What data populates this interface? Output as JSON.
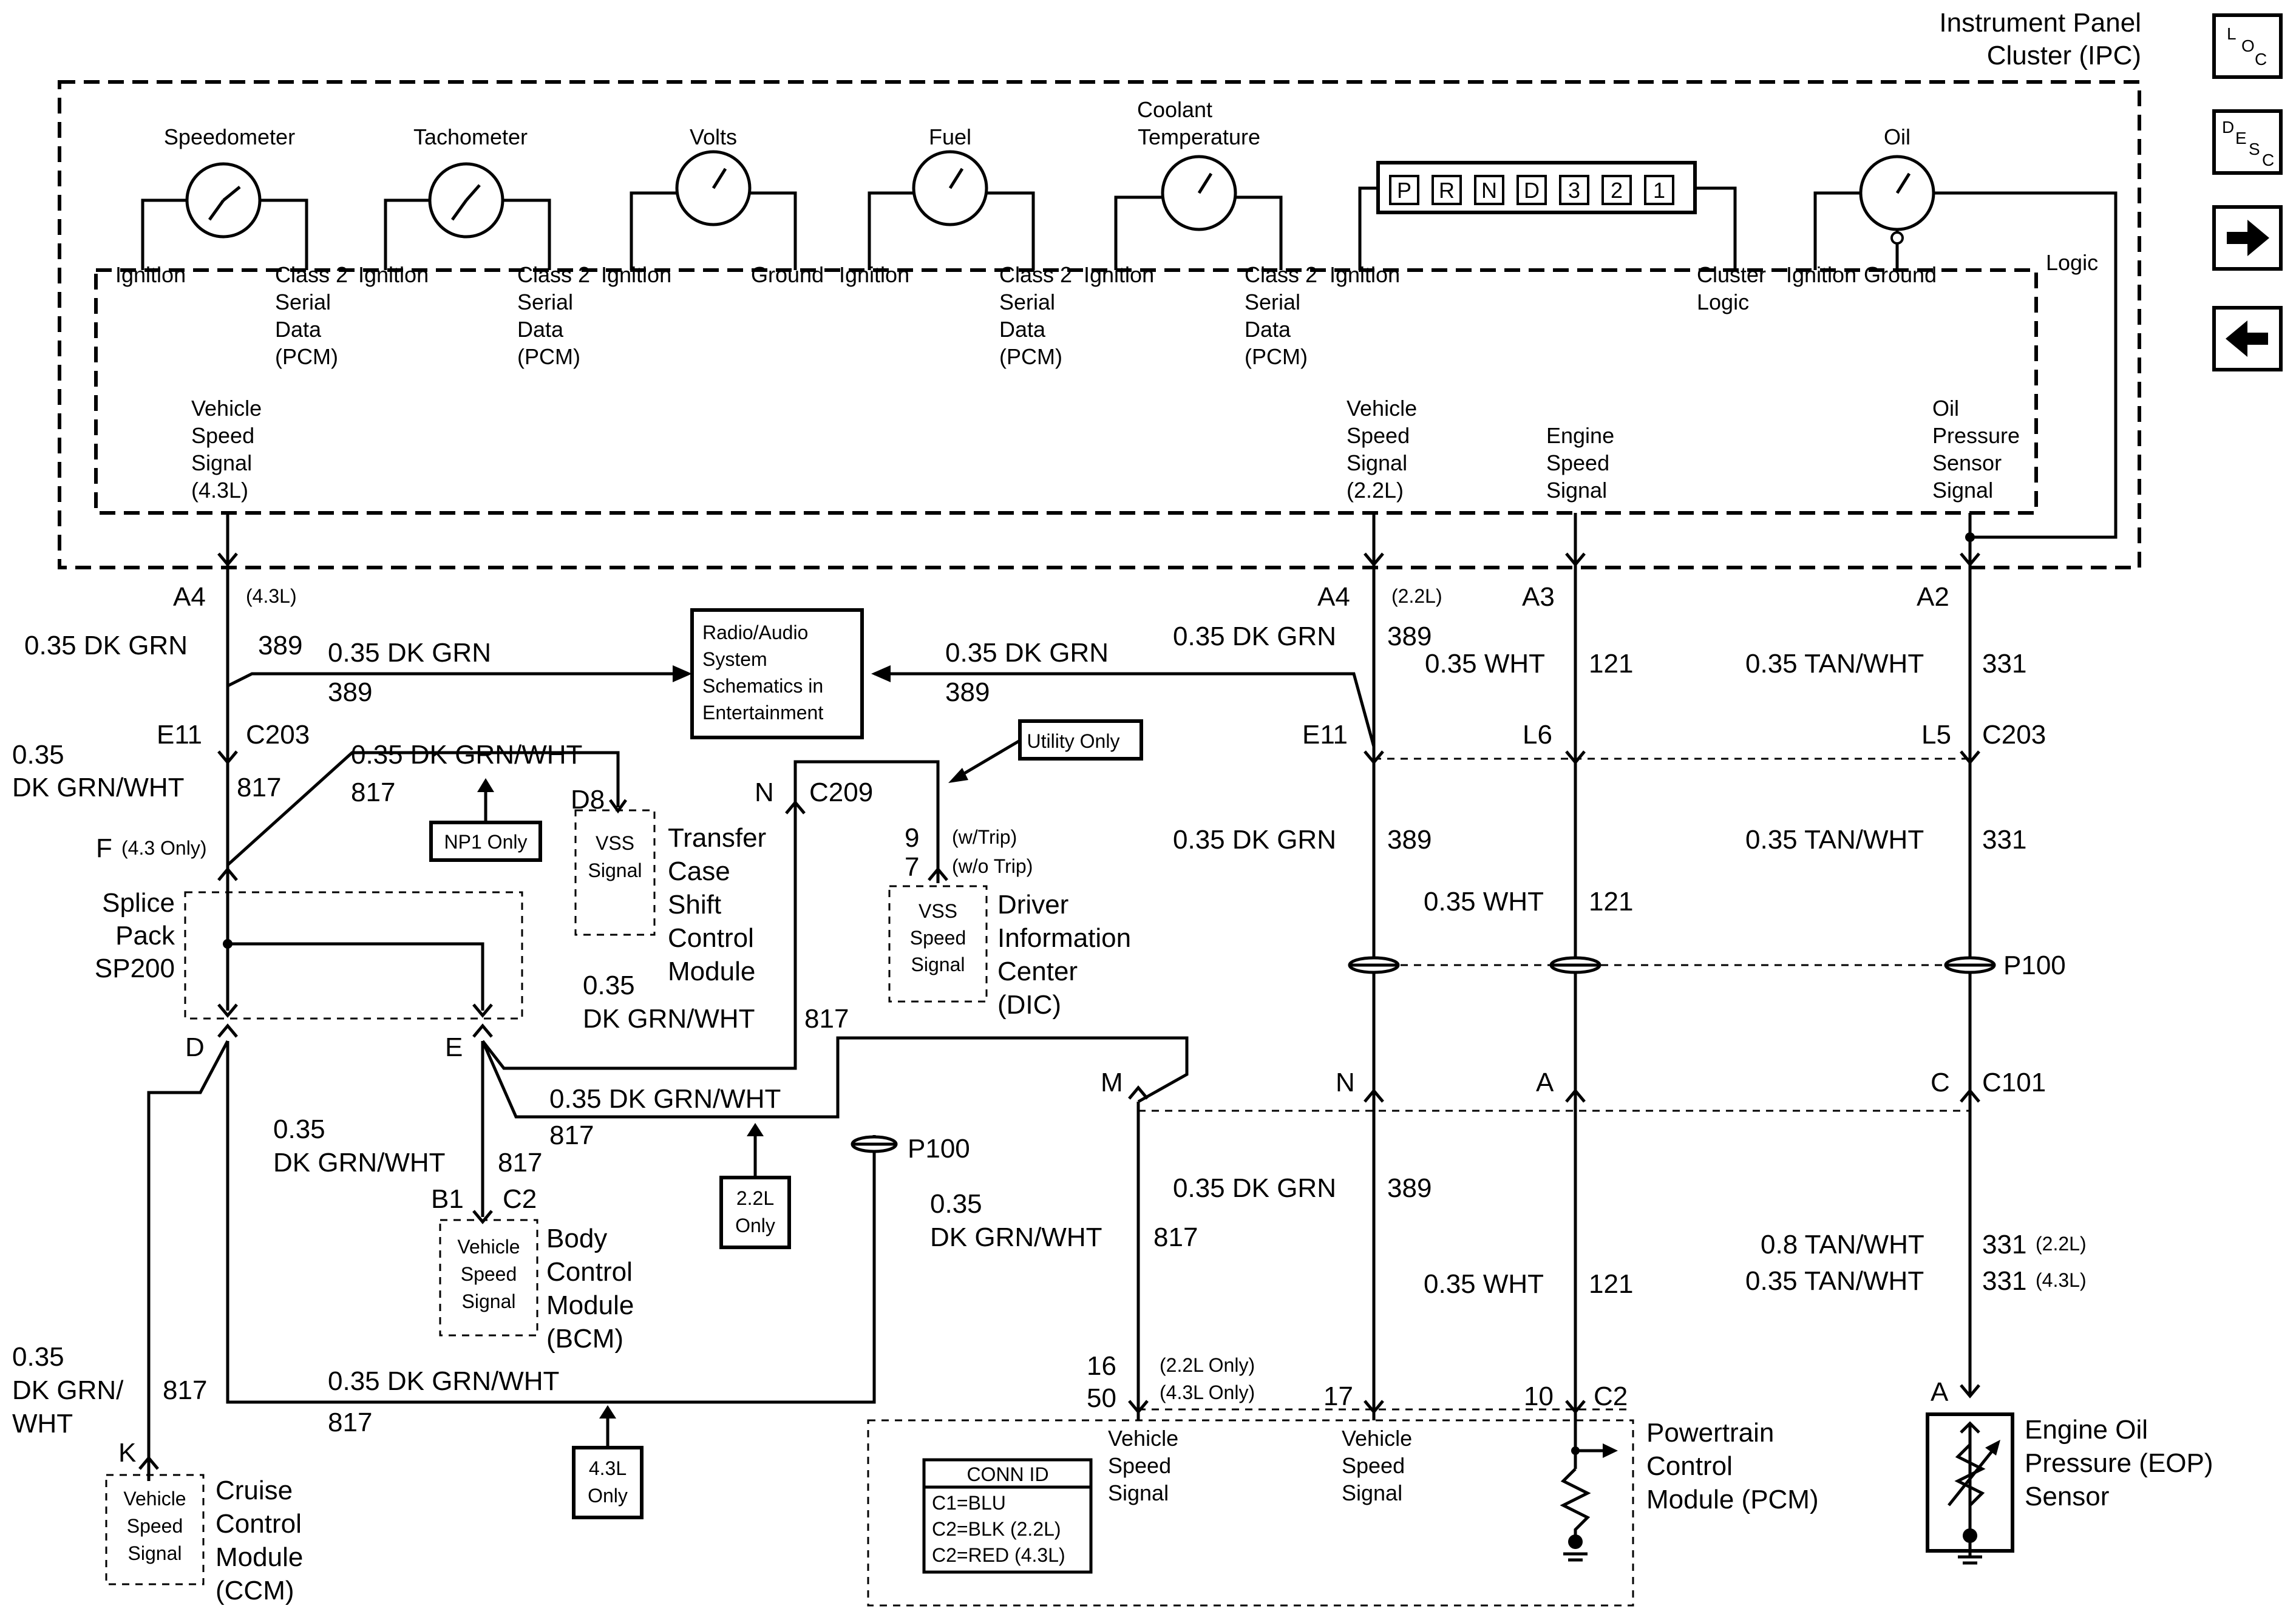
{
  "ipc": {
    "title_1": "Instrument Panel",
    "title_2": "Cluster (IPC)"
  },
  "gauges": {
    "speedometer": "Speedometer",
    "tachometer": "Tachometer",
    "volts": "Volts",
    "fuel": "Fuel",
    "coolant_1": "Coolant",
    "coolant_2": "Temperature",
    "oil": "Oil",
    "prnd": [
      "P",
      "R",
      "N",
      "D",
      "3",
      "2",
      "1"
    ]
  },
  "pins": {
    "ignition": "Ignition",
    "ground": "Ground",
    "class2_1": "Class 2",
    "class2_2": "Serial",
    "class2_3": "Data",
    "class2_4": "(PCM)",
    "cluster": "Cluster",
    "logic": "Logic",
    "vss_1": "Vehicle",
    "vss_2": "Speed",
    "vss_3": "Signal",
    "vss_43": "(4.3L)",
    "vss_22": "(2.2L)",
    "ess_1": "Engine",
    "ess_2": "Speed",
    "ess_3": "Signal",
    "ops_1": "Oil",
    "ops_2": "Pressure",
    "ops_3": "Sensor",
    "ops_4": "Signal"
  },
  "wires": {
    "dkgrn": "0.35 DK GRN",
    "dkgrnwht": "0.35 DK GRN/WHT",
    "dkgrnwht_a": "0.35",
    "dkgrnwht_b": "DK GRN/WHT",
    "dkgrnwht_c": "DK GRN/",
    "dkgrnwht_d": "WHT",
    "wht": "0.35 WHT",
    "tanwht": "0.35 TAN/WHT",
    "tanwht08": "0.8 TAN/WHT",
    "c389": "389",
    "c817": "817",
    "c121": "121",
    "c331": "331"
  },
  "connectors": {
    "a4": "A4",
    "a3": "A3",
    "a2": "A2",
    "n43": "(4.3L)",
    "n22": "(2.2L)",
    "n22b": "(2.2L)",
    "n43b": "(4.3L)",
    "e11": "E11",
    "c203": "C203",
    "l6": "L6",
    "l5": "L5",
    "f": "F",
    "f_note": "(4.3 Only)",
    "d": "D",
    "e": "E",
    "k": "K",
    "n": "N",
    "c209": "C209",
    "d8": "D8",
    "b1": "B1",
    "c2": "C2",
    "p9": "9",
    "p7": "7",
    "wtrip": "(w/Trip)",
    "wotrip": "(w/o Trip)",
    "p100": "P100",
    "m": "M",
    "a": "A",
    "c": "C",
    "c101": "C101",
    "p16": "16",
    "p50": "50",
    "only22": "(2.2L Only)",
    "only43": "(4.3L Only)",
    "p17": "17",
    "p10": "10"
  },
  "components": {
    "splice_1": "Splice",
    "splice_2": "Pack",
    "splice_3": "SP200",
    "radio_1": "Radio/Audio",
    "radio_2": "System",
    "radio_3": "Schematics in",
    "radio_4": "Entertainment",
    "tccm_1": "Transfer",
    "tccm_2": "Case",
    "tccm_3": "Shift",
    "tccm_4": "Control",
    "tccm_5": "Module",
    "vss": "VSS",
    "signal": "Signal",
    "dic_1": "Driver",
    "dic_2": "Information",
    "dic_3": "Center",
    "dic_4": "(DIC)",
    "bcm_1": "Body",
    "bcm_2": "Control",
    "bcm_3": "Module",
    "bcm_4": "(BCM)",
    "ccm_1": "Cruise",
    "ccm_2": "Control",
    "ccm_3": "Module",
    "ccm_4": "(CCM)",
    "pcm_1": "Powertrain",
    "pcm_2": "Control",
    "pcm_3": "Module (PCM)",
    "eop_1": "Engine Oil",
    "eop_2": "Pressure (EOP)",
    "eop_3": "Sensor",
    "conn_id": "CONN ID",
    "c1": "C1=BLU",
    "c2blk": "C2=BLK (2.2L)",
    "c2red": "C2=RED (4.3L)"
  },
  "notes": {
    "utility": "Utility Only",
    "np1": "NP1 Only",
    "l22_1": "2.2L",
    "l22_2": "Only",
    "l43_1": "4.3L",
    "l43_2": "Only"
  },
  "nav": {
    "loc_1": "L",
    "loc_2": "O",
    "loc_3": "C",
    "desc_1": "D",
    "desc_2": "E",
    "desc_3": "S",
    "desc_4": "C"
  }
}
